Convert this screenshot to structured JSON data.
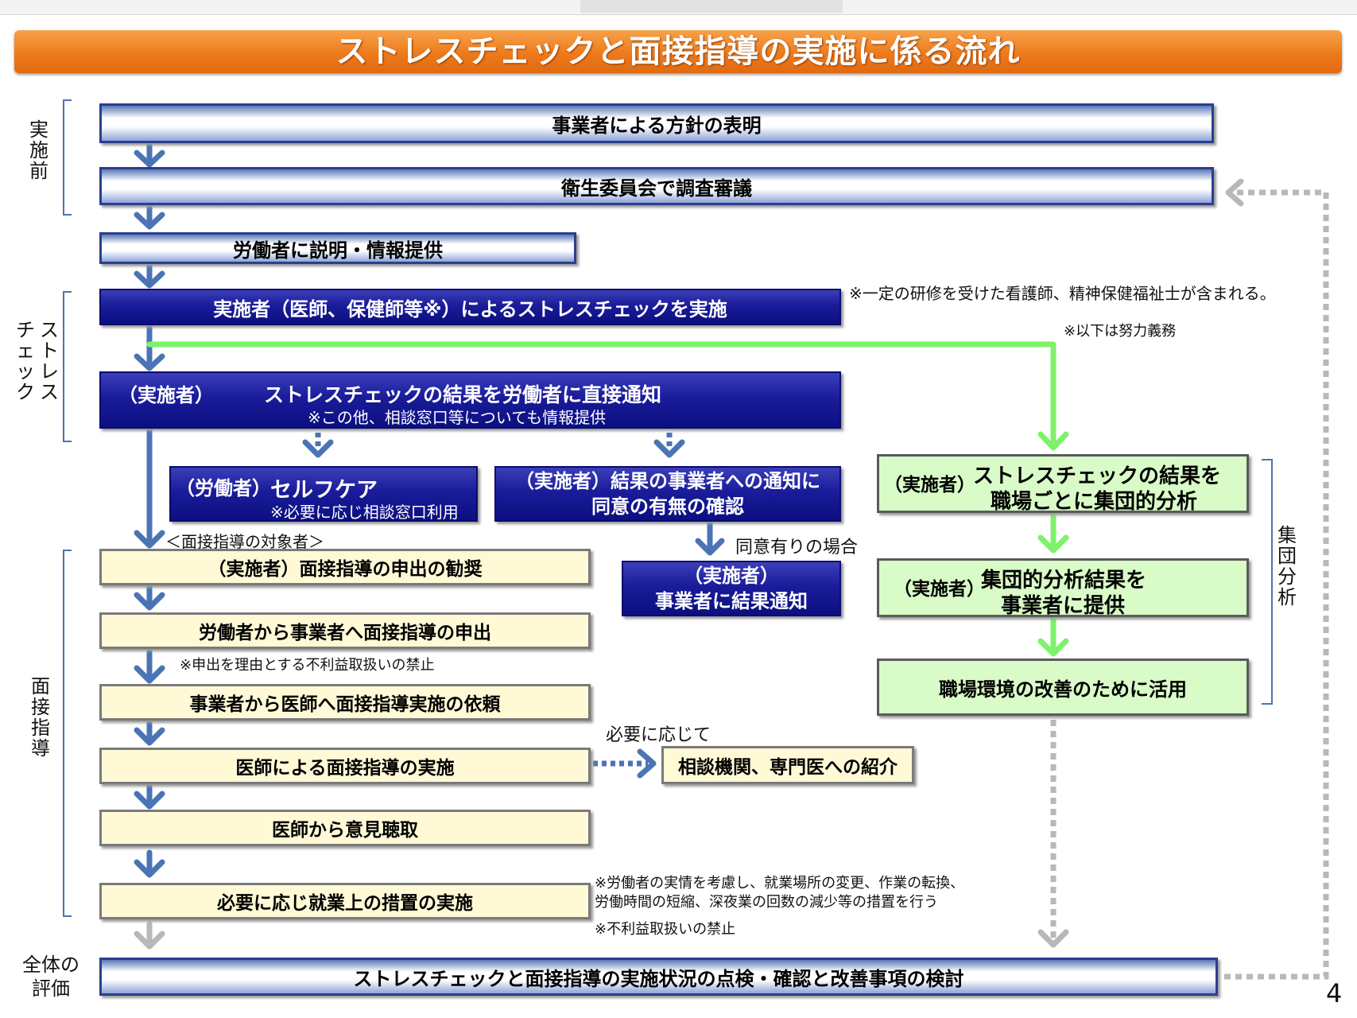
{
  "title": "ストレスチェックと面接指導の実施に係る流れ",
  "side_labels": {
    "pre": [
      "実",
      "施",
      "前"
    ],
    "stress_col1": [
      "ス",
      "ト",
      "レ",
      "ス"
    ],
    "stress_col2": [
      "チ",
      "ェ",
      "ッ",
      "ク"
    ],
    "interview": [
      "面",
      "接",
      "指",
      "導"
    ],
    "group": [
      "集",
      "団",
      "分",
      "析"
    ],
    "overall_line1": "全体の",
    "overall_line2": "評価"
  },
  "boxes": {
    "policy": "事業者による方針の表明",
    "committee": "衛生委員会で調査審議",
    "explain": "労働者に説明・情報提供",
    "implement": "実施者（医師、保健師等※）によるストレスチェックを実施",
    "notify_actor": "（実施者）",
    "notify_main": "ストレスチェックの結果を労働者に直接通知",
    "notify_sub": "※この他、相談窓口等についても情報提供",
    "selfcare_actor": "（労働者）",
    "selfcare_main": "セルフケア",
    "selfcare_sub": "※必要に応じ相談窓口利用",
    "consent_line1": "（実施者）結果の事業者への通知に",
    "consent_line2": "同意の有無の確認",
    "result_line1": "（実施者）",
    "result_line2": "事業者に結果通知",
    "recommend": "（実施者）面接指導の申出の勧奨",
    "apply": "労働者から事業者へ面接指導の申出",
    "request": "事業者から医師へ面接指導実施の依頼",
    "conduct": "医師による面接指導の実施",
    "referral": "相談機関、専門医への紹介",
    "opinion": "医師から意見聴取",
    "measures": "必要に応じ就業上の措置の実施",
    "group_actor": "（実施者）",
    "group_line1": "ストレスチェックの結果を",
    "group_line2": "職場ごとに集団的分析",
    "provide_actor": "（実施者）",
    "provide_line1": "集団的分析結果を",
    "provide_line2": "事業者に提供",
    "improve": "職場環境の改善のために活用",
    "evaluate": "ストレスチェックと面接指導の実施状況の点検・確認と改善事項の検討"
  },
  "notes": {
    "nurse": "※一定の研修を受けた看護師、精神保健福祉士が含まれる。",
    "effort": "※以下は努力義務",
    "target": "＜面接指導の対象者＞",
    "consent_yes": "同意有りの場合",
    "prohibit_apply": "※申出を理由とする不利益取扱いの禁止",
    "as_needed": "必要に応じて",
    "measures_line1": "※労働者の実情を考慮し、就業場所の変更、作業の転換、",
    "measures_line2": "労働時間の短縮、深夜業の回数の減少等の措置を行う",
    "prohibit": "※不利益取扱いの禁止"
  },
  "page_number": "4",
  "colors": {
    "title_orange": "#ee7a1c",
    "navy": "#1a1c9a",
    "arrow_blue": "#4a74b4",
    "arrow_green": "#7df26a",
    "cream": "#fff9d6",
    "green_box": "#d9fbc7",
    "gray_dotted": "#b8b8b8"
  }
}
